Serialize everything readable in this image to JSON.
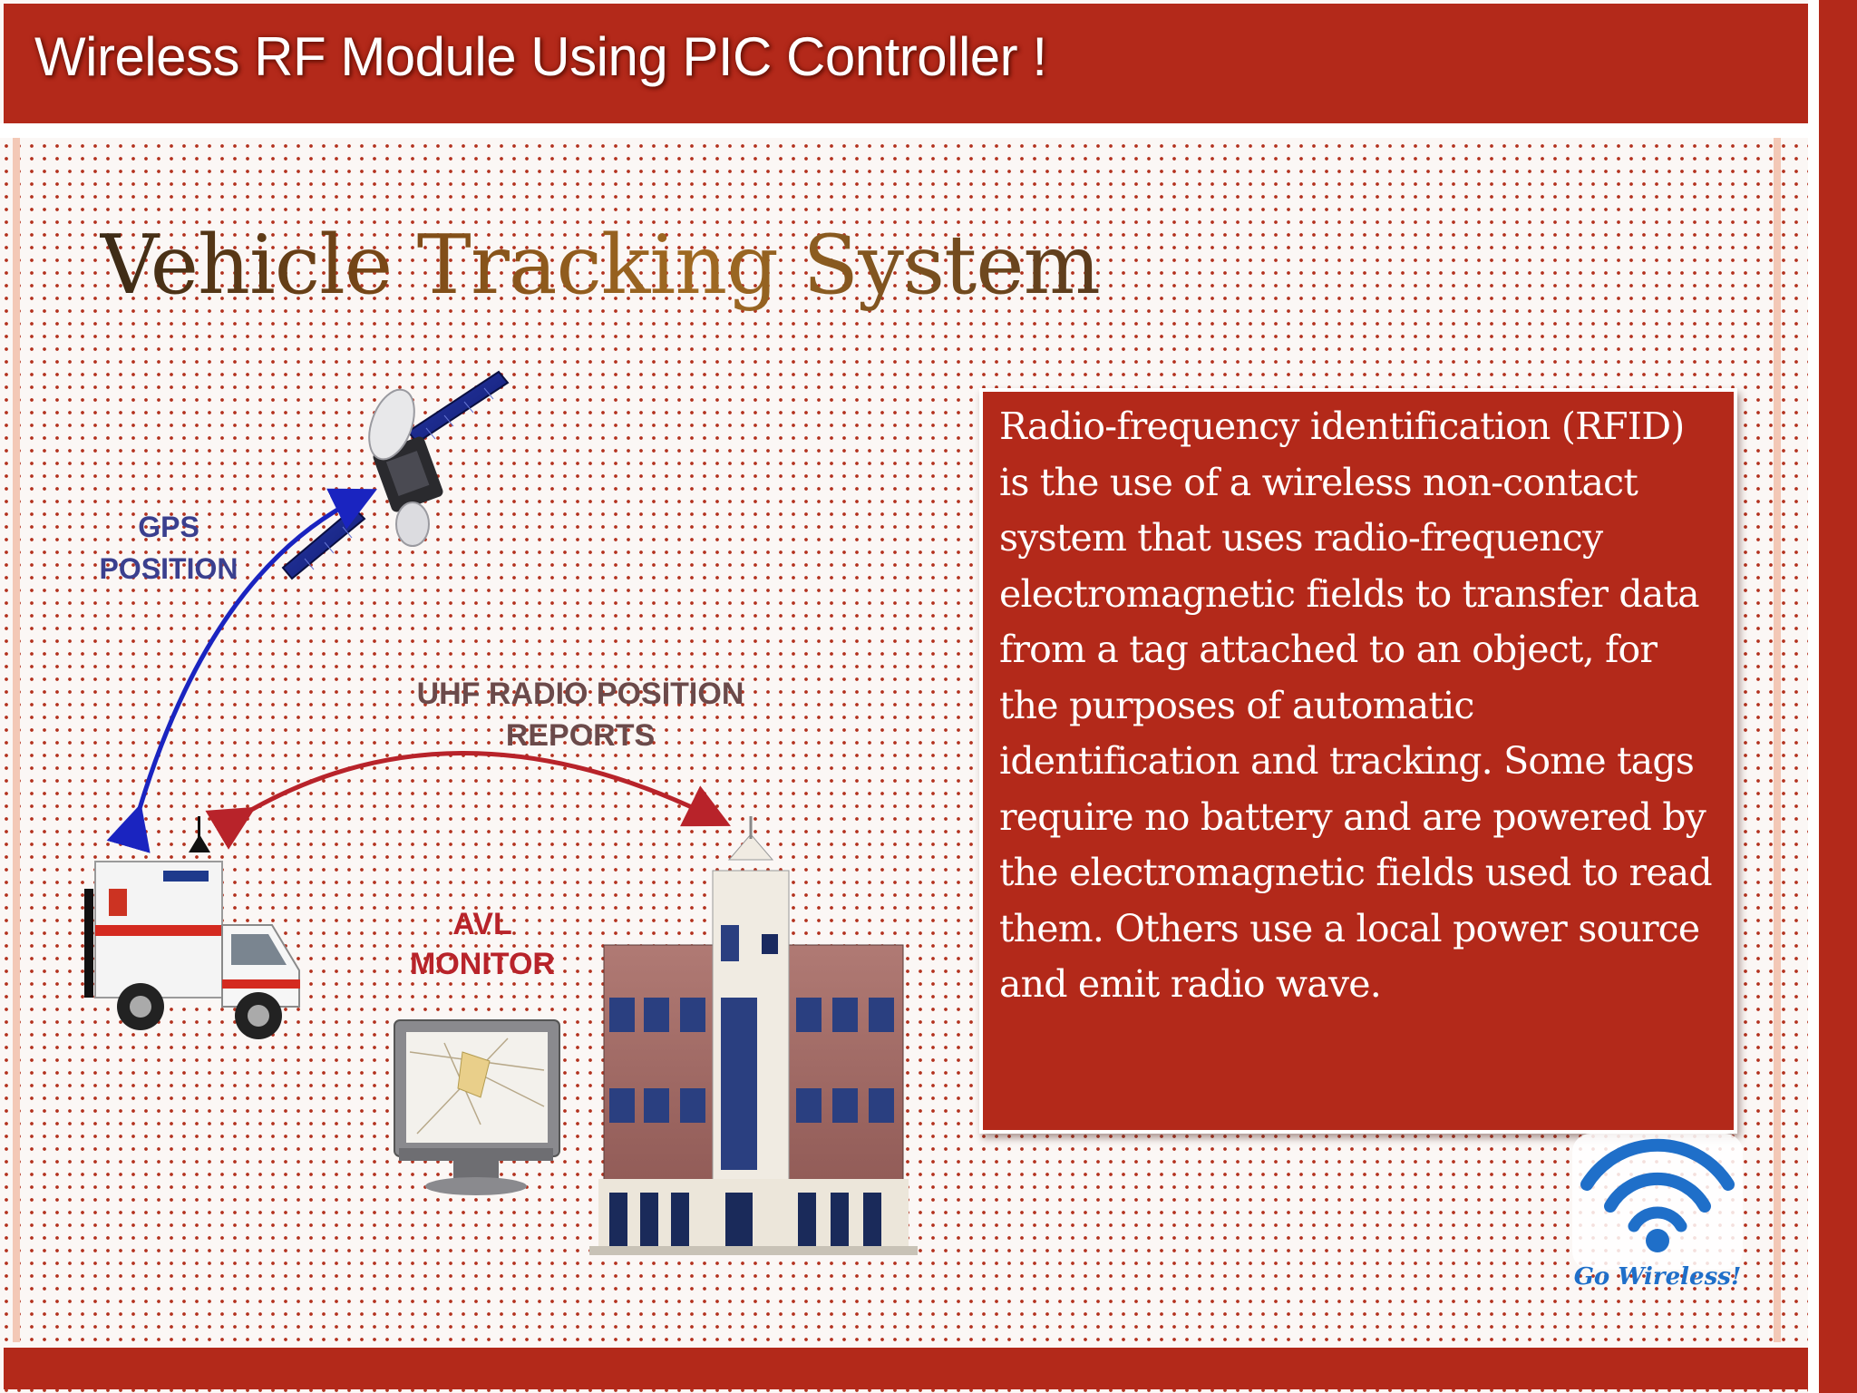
{
  "header": {
    "title": "Wireless RF Module Using PIC Controller !"
  },
  "slide": {
    "title": "Vehicle Tracking System",
    "body": "Radio-frequency identification (RFID) is the use of a wireless non-contact system that uses radio-frequency electromagnetic fields to transfer data from a tag attached to an object, for the purposes of automatic identification and tracking. Some tags require no battery and are powered by the electromagnetic fields used to read them. Others use a local power source and emit radio wave."
  },
  "diagram": {
    "gps_label_line1": "GPS",
    "gps_label_line2": "POSITION",
    "uhf_label_line1": "UHF RADIO POSITION",
    "uhf_label_line2": "REPORTS",
    "avl_label_line1": "AVL",
    "avl_label_line2": "MONITOR"
  },
  "logo": {
    "text": "Go Wireless!"
  },
  "colors": {
    "accent_red": "#b3291a",
    "gps_arrow": "#1a24c0",
    "uhf_arrow": "#b8232a",
    "logo_blue": "#1f6fc9"
  }
}
